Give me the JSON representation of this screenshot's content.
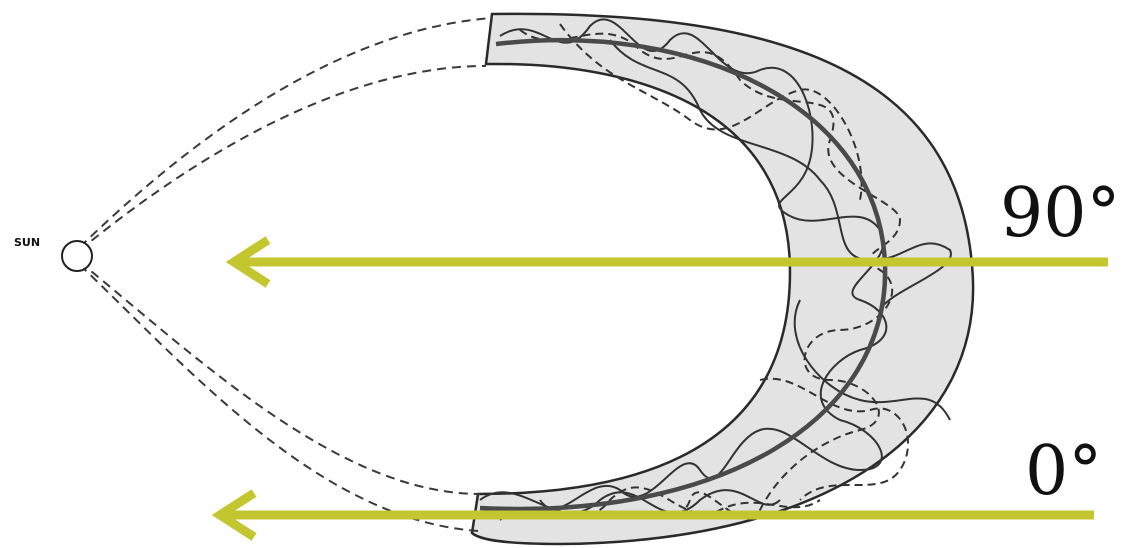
{
  "labels": {
    "sun": "SUN",
    "angle_top": "90°",
    "angle_bottom": "0°"
  },
  "colors": {
    "band_fill": "#e3e3e3",
    "band_stroke": "#2a2a2a",
    "field_line": "#3a3a3a",
    "heavy_line": "#4a4a4a",
    "arrow": "#c4c630",
    "text": "#111111"
  },
  "icons": {
    "sun": "open-circle",
    "arrow": "left-arrow"
  }
}
